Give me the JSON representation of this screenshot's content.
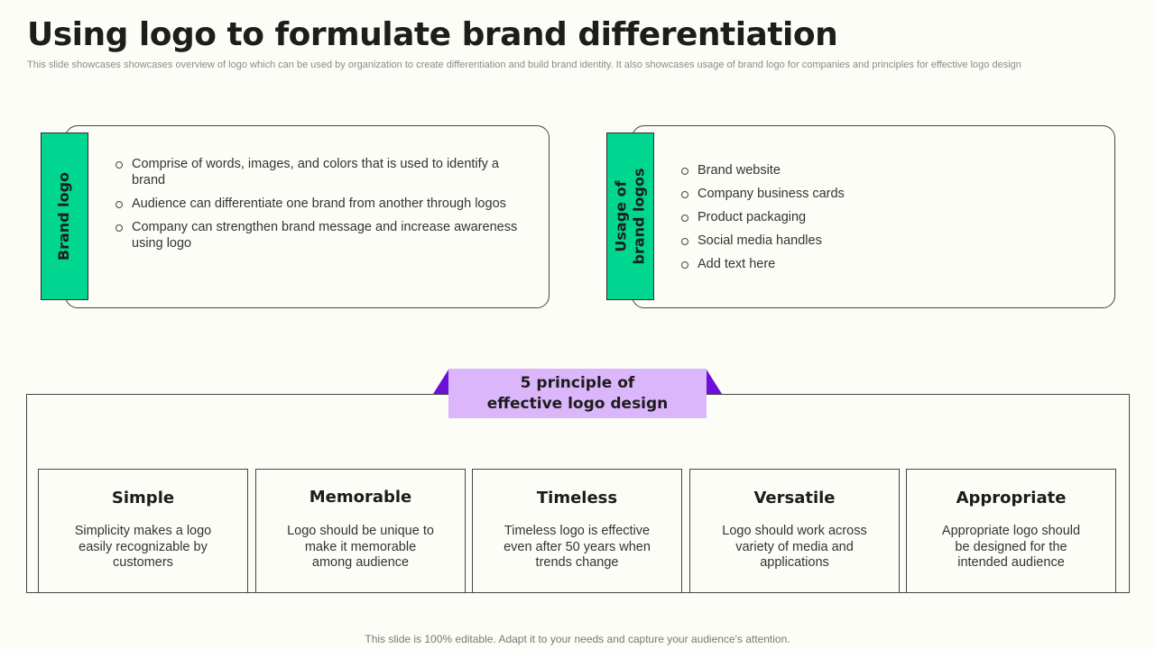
{
  "title": "Using logo to formulate brand differentiation",
  "subtitle": "This slide showcases showcases overview of logo which can be used by organization to create differentiation and build brand identity. It also showcases usage of brand logo for companies and principles for effective logo design",
  "brand_logo": {
    "tab_label": "Brand logo",
    "bullets": [
      "Comprise of words, images, and colors that is used to identify a brand",
      "Audience can differentiate one brand from another through logos",
      "Company can strengthen brand message and increase awareness using logo"
    ]
  },
  "usage": {
    "tab_label": "Usage of\nbrand logos",
    "bullets": [
      "Brand website",
      "Company business cards",
      "Product packaging",
      "Social media handles",
      "Add text here"
    ]
  },
  "principles": {
    "banner_line1": "5 principle of",
    "banner_line2": "effective logo design",
    "items": [
      {
        "heading": "Simple",
        "text": "Simplicity makes a logo easily recognizable by customers"
      },
      {
        "heading": "Memorable",
        "text": "Logo should be unique to make it memorable among audience"
      },
      {
        "heading": "Timeless",
        "text": "Timeless logo is effective even after 50 years when trends change"
      },
      {
        "heading": "Versatile",
        "text": "Logo should work across variety of media and applications"
      },
      {
        "heading": "Appropriate",
        "text": "Appropriate logo should be designed for the intended audience"
      }
    ]
  },
  "footer": "This slide is 100% editable. Adapt it to your needs and capture your audience's attention.",
  "colors": {
    "tab_green": "#00d68f",
    "banner_lavender": "#dbb6fb",
    "accent_purple": "#6c10d8",
    "background": "#fdfdf7"
  }
}
